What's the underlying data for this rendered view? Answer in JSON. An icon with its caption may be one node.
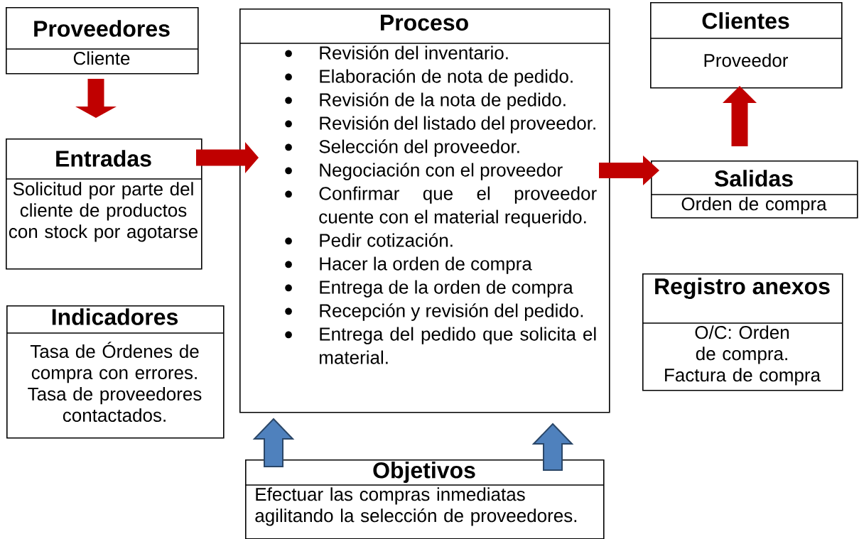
{
  "diagram": {
    "nodes": [
      {
        "text": [
          "Proveedores",
          "Cliente"
        ]
      },
      {
        "text": [
          "Entradas",
          "Solicitud por parte del cliente de productos con stock por agotarse"
        ]
      },
      {
        "text": [
          "Indicadores",
          "Tasa de Órdenes de compra con errores.",
          "Tasa de proveedores contactados."
        ]
      },
      {
        "text": [
          "Proceso",
          "Revisión del inventario.",
          "Elaboración de nota de pedido.",
          "Revisión de la nota de pedido.",
          "Revisión del listado del proveedor.",
          "Selección del proveedor.",
          "Negociación con el proveedor",
          "Confirmar que el proveedor cuente con el material requerido.",
          "Pedir cotización.",
          "Hacer la orden de compra",
          "Entrega de la orden de compra",
          "Recepción y revisión del pedido.",
          "Entrega del pedido que solicita el material."
        ]
      },
      {
        "text": [
          "Clientes",
          "Proveedor"
        ]
      },
      {
        "text": [
          "Salidas",
          "Orden de compra"
        ]
      },
      {
        "text": [
          "Registro anexos",
          "O/C: Orden de compra.",
          "Factura de compra"
        ]
      },
      {
        "text": [
          "Objetivos",
          "Efectuar las compras inmediatas agilitando la selección de proveedores."
        ]
      }
    ],
    "edges": [
      {
        "from": 0,
        "to": 1,
        "arrow": "to"
      },
      {
        "from": 1,
        "to": 3,
        "arrow": "to"
      },
      {
        "from": 3,
        "to": 5,
        "arrow": "to"
      },
      {
        "from": 5,
        "to": 4,
        "arrow": "to"
      },
      {
        "from": 7,
        "to": 3,
        "arrow": "to",
        "color": "#4f81bd"
      },
      {
        "from": 7,
        "to": 3,
        "arrow": "to",
        "color": "#4f81bd"
      }
    ]
  }
}
